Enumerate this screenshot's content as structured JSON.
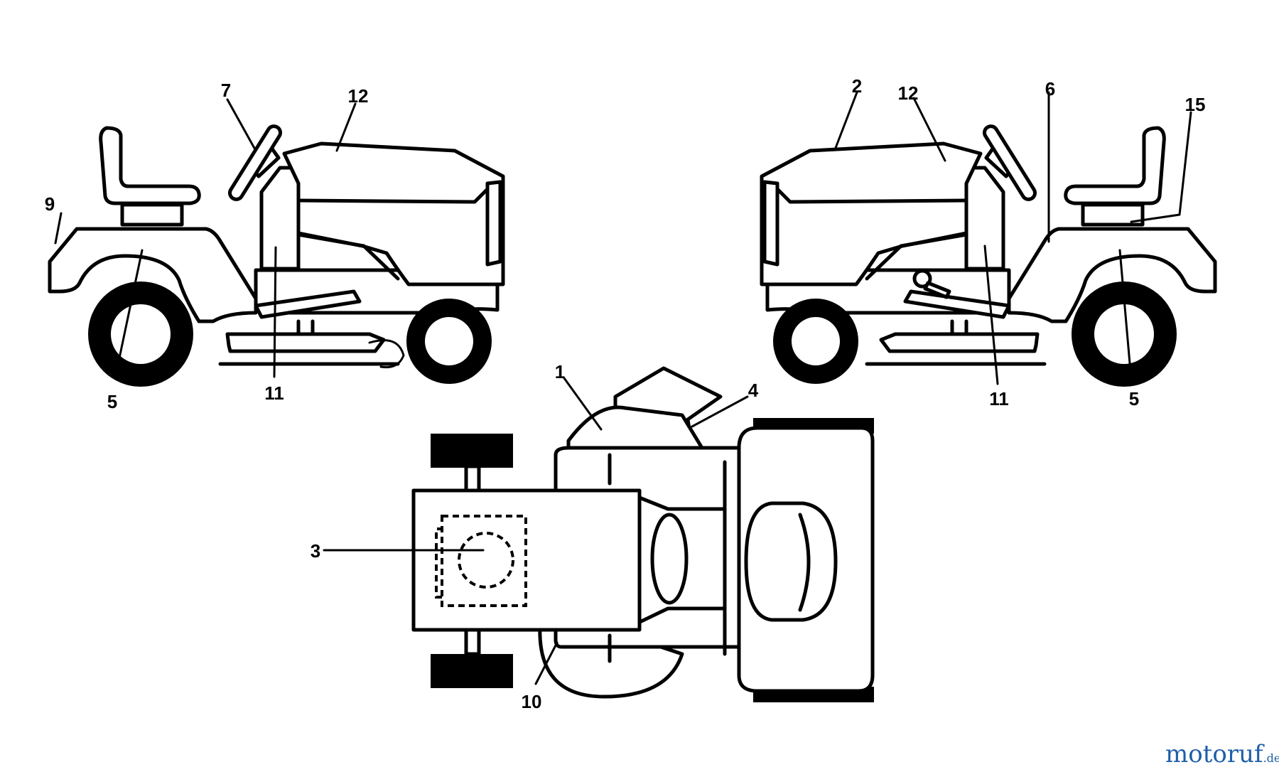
{
  "callouts": {
    "left_seat_lower": "9",
    "left_steering": "7",
    "left_hood": "12",
    "left_fender": "5",
    "left_side_panel": "11",
    "right_hood_top": "2",
    "right_hood": "12",
    "right_rear": "6",
    "right_seat": "15",
    "right_side_panel": "11",
    "right_fender": "5",
    "top_hood": "1",
    "top_grille": "4",
    "top_engine": "3",
    "top_deck": "10"
  },
  "watermark": {
    "brand": "motoruf",
    "suffix": ".de",
    "color": "#1f5fa8",
    "accent": "#e08a1e"
  }
}
